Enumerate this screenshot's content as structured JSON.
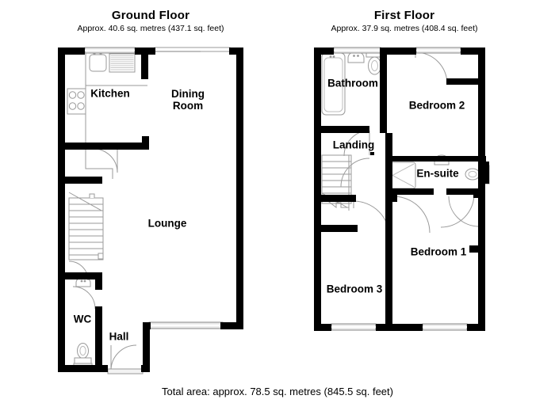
{
  "document": {
    "type": "floor-plan",
    "total_area": "Total area: approx. 78.5 sq. metres (845.5 sq. feet)"
  },
  "floors": [
    {
      "id": "ground",
      "title": "Ground Floor",
      "subtitle": "Approx. 40.6 sq. metres (437.1 sq. feet)",
      "rooms": [
        {
          "name": "Kitchen",
          "label": "Kitchen"
        },
        {
          "name": "Dining Room",
          "label_line1": "Dining",
          "label_line2": "Room"
        },
        {
          "name": "Lounge",
          "label": "Lounge"
        },
        {
          "name": "WC",
          "label": "WC"
        },
        {
          "name": "Hall",
          "label": "Hall"
        }
      ],
      "fixtures": [
        "sink",
        "drainer",
        "hob",
        "toilet",
        "basin",
        "staircase"
      ],
      "openings": [
        "kitchen-window",
        "dining-patio-door",
        "lounge-window",
        "front-door"
      ]
    },
    {
      "id": "first",
      "title": "First Floor",
      "subtitle": "Approx. 37.9 sq. metres (408.4 sq. feet)",
      "rooms": [
        {
          "name": "Bathroom",
          "label": "Bathroom"
        },
        {
          "name": "Bedroom 2",
          "label": "Bedroom 2"
        },
        {
          "name": "Landing",
          "label": "Landing"
        },
        {
          "name": "En-suite",
          "label": "En-suite"
        },
        {
          "name": "Bedroom 1",
          "label": "Bedroom 1"
        },
        {
          "name": "Bedroom 3",
          "label": "Bedroom 3"
        }
      ],
      "fixtures": [
        "bath",
        "basin",
        "toilet",
        "shower",
        "ensuite-basin",
        "ensuite-toilet",
        "staircase"
      ],
      "openings": [
        "bathroom-window",
        "bedroom2-window",
        "bedroom3-window",
        "bedroom1-window"
      ]
    }
  ],
  "colors": {
    "wall": "#000000",
    "fixture_line": "#9a9a9a",
    "window_fill": "#e8e8e8",
    "background": "#ffffff",
    "text": "#000000"
  }
}
